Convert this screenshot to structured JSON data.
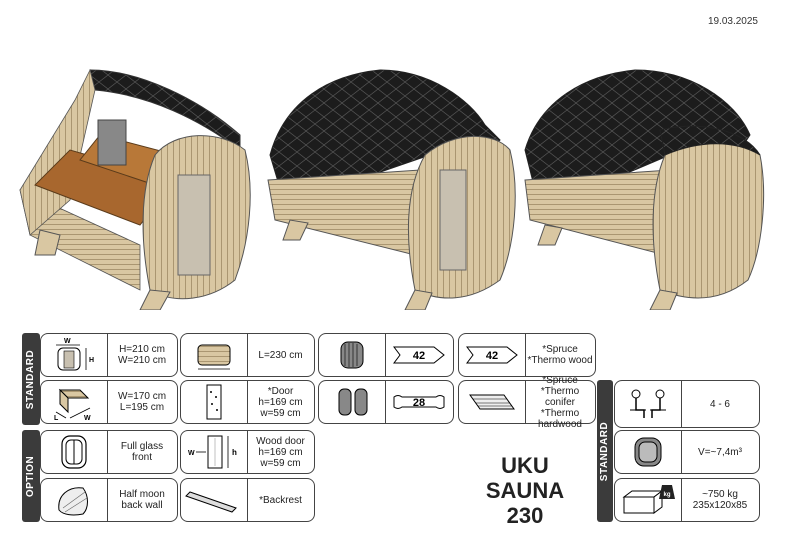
{
  "date": "19.03.2025",
  "standard_left_label": "STANDARD",
  "option_label": "OPTION",
  "standard_right_label": "STANDARD",
  "specs": {
    "front_dims": "H=210 cm\nW=210 cm",
    "length": "L=230 cm",
    "profile_top_mid": "42",
    "profile_top_right": "42",
    "wood_top": "*Spruce\n*Thermo wood",
    "footprint": "W=170 cm\nL=195 cm",
    "door": "*Door\nh=169 cm\nw=59 cm",
    "profile_floor": "28",
    "floor_wood": "*Spruce\n*Thermo conifer\n*Thermo hardwood",
    "glass_front": "Full glass\nfront",
    "wood_door": "Wood door\nh=169 cm\nw=59 cm",
    "wood_door_w": "W",
    "wood_door_h": "h",
    "half_moon": "Half moon\nback wall",
    "backrest": "*Backrest",
    "persons": "4 - 6",
    "volume": "V=~7,4m³",
    "weight": "~750 kg\n235x120x85",
    "kg_badge": "kg",
    "icon_w_label": "W",
    "icon_h_label": "H",
    "icon_l_label": "L",
    "icon_fw_label": "W"
  },
  "title": "UKU\nSAUNA\n230",
  "colors": {
    "wood": "#d9c7a2",
    "wood_dark": "#8a7650",
    "roof": "#1c1c1c",
    "bench": "#a8672e",
    "border": "#444444"
  }
}
